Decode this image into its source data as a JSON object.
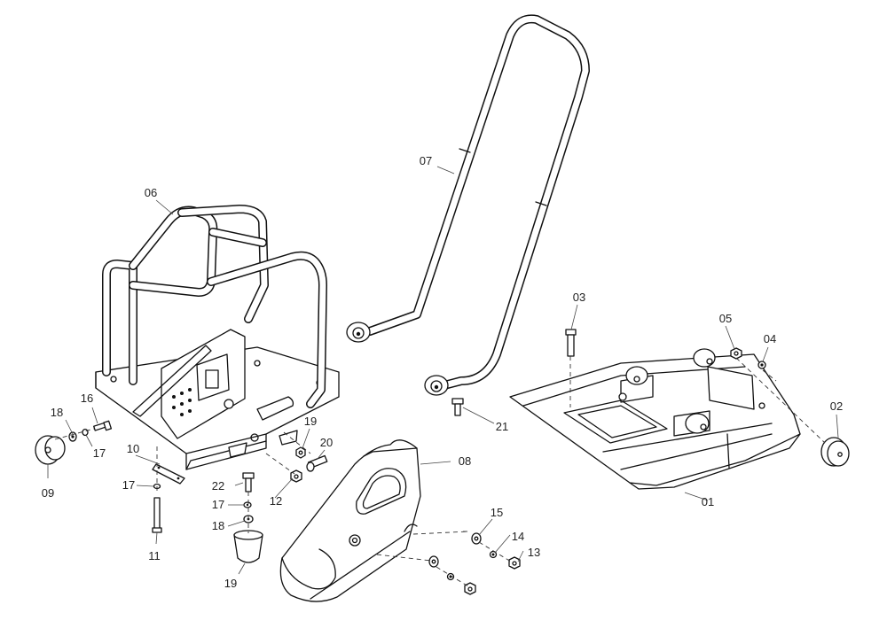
{
  "diagram": {
    "type": "exploded-parts-view",
    "line_color": "#111111",
    "background": "#ffffff",
    "parts": [
      {
        "id": "p01",
        "label": "01",
        "icon": "base-plate"
      },
      {
        "id": "p02",
        "label": "02",
        "icon": "rubber-buffer"
      },
      {
        "id": "p03",
        "label": "03",
        "icon": "bolt"
      },
      {
        "id": "p04",
        "label": "04",
        "icon": "washer"
      },
      {
        "id": "p05",
        "label": "05",
        "icon": "nut"
      },
      {
        "id": "p06",
        "label": "06",
        "icon": "engine-frame"
      },
      {
        "id": "p07",
        "label": "07",
        "icon": "handle"
      },
      {
        "id": "p08",
        "label": "08",
        "icon": "belt-guard"
      },
      {
        "id": "p09",
        "label": "09",
        "icon": "rubber-buffer"
      },
      {
        "id": "p10",
        "label": "10",
        "icon": "bracket-strip"
      },
      {
        "id": "p11",
        "label": "11",
        "icon": "long-bolt"
      },
      {
        "id": "p12",
        "label": "12",
        "icon": "nut"
      },
      {
        "id": "p13",
        "label": "13",
        "icon": "nut"
      },
      {
        "id": "p14",
        "label": "14",
        "icon": "washer"
      },
      {
        "id": "p15",
        "label": "15",
        "icon": "washer"
      },
      {
        "id": "p16",
        "label": "16",
        "icon": "bolt"
      },
      {
        "id": "p17a",
        "label": "17",
        "icon": "washer"
      },
      {
        "id": "p17b",
        "label": "17",
        "icon": "washer"
      },
      {
        "id": "p17c",
        "label": "17",
        "icon": "washer"
      },
      {
        "id": "p18a",
        "label": "18",
        "icon": "washer"
      },
      {
        "id": "p18b",
        "label": "18",
        "icon": "washer"
      },
      {
        "id": "p19a",
        "label": "19",
        "icon": "nut"
      },
      {
        "id": "p19b",
        "label": "19",
        "icon": "rubber-buffer"
      },
      {
        "id": "p20",
        "label": "20",
        "icon": "bolt"
      },
      {
        "id": "p21",
        "label": "21",
        "icon": "bolt"
      },
      {
        "id": "p22",
        "label": "22",
        "icon": "bolt"
      }
    ]
  }
}
